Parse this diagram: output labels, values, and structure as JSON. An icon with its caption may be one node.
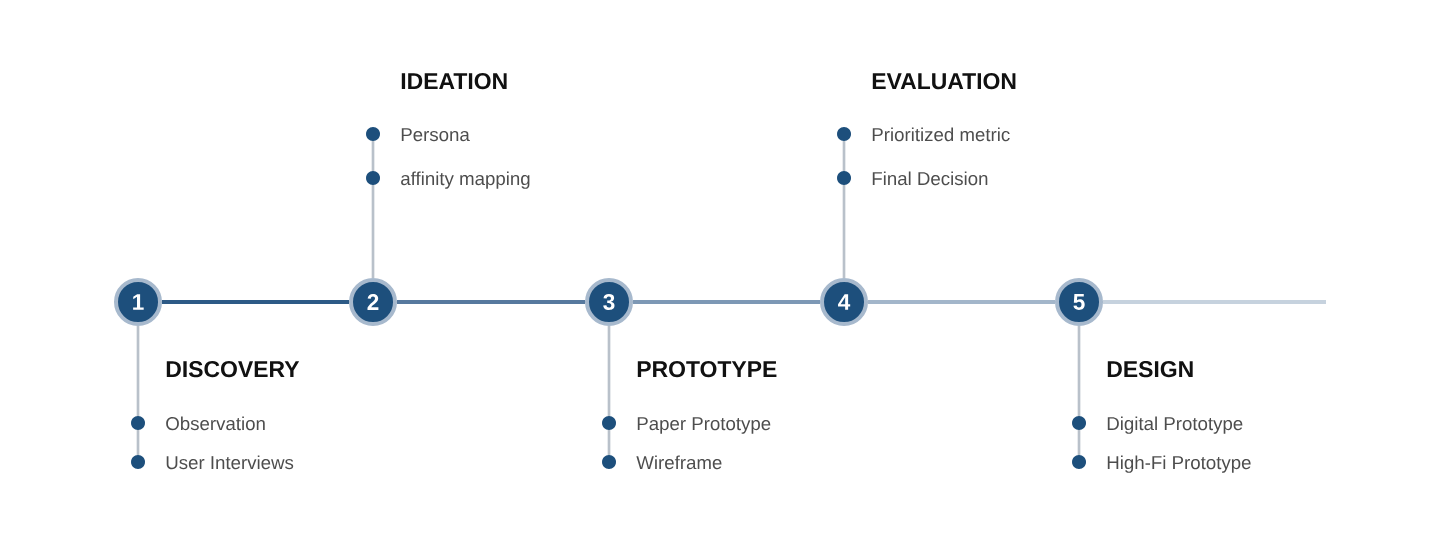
{
  "diagram": {
    "nodes": [
      {
        "text": [
          "1"
        ],
        "beside": [
          "DISCOVERY",
          "Observation",
          "User Interviews"
        ]
      },
      {
        "text": [
          "2"
        ],
        "beside": [
          "IDEATION",
          "Persona",
          "affinity mapping"
        ]
      },
      {
        "text": [
          "3"
        ],
        "beside": [
          "PROTOTYPE",
          "Paper Prototype",
          "Wireframe"
        ]
      },
      {
        "text": [
          "4"
        ],
        "beside": [
          "EVALUATION",
          "Prioritized metric",
          "Final Decision"
        ]
      },
      {
        "text": [
          "5"
        ],
        "beside": [
          "DESIGN",
          "Digital Prototype",
          "High-Fi Prototype"
        ]
      }
    ],
    "edges": [
      {
        "from": 0,
        "to": 1,
        "arrow": "none",
        "color": "#2d5a86"
      },
      {
        "from": 1,
        "to": 2,
        "arrow": "none",
        "color": "#57799e"
      },
      {
        "from": 2,
        "to": 3,
        "arrow": "none",
        "color": "#7d98b5"
      },
      {
        "from": 3,
        "to": 4,
        "arrow": "none",
        "color": "#a3b6ca"
      },
      {
        "from": 4,
        "to": null,
        "arrow": "none",
        "color": "#c6d2de"
      }
    ]
  }
}
